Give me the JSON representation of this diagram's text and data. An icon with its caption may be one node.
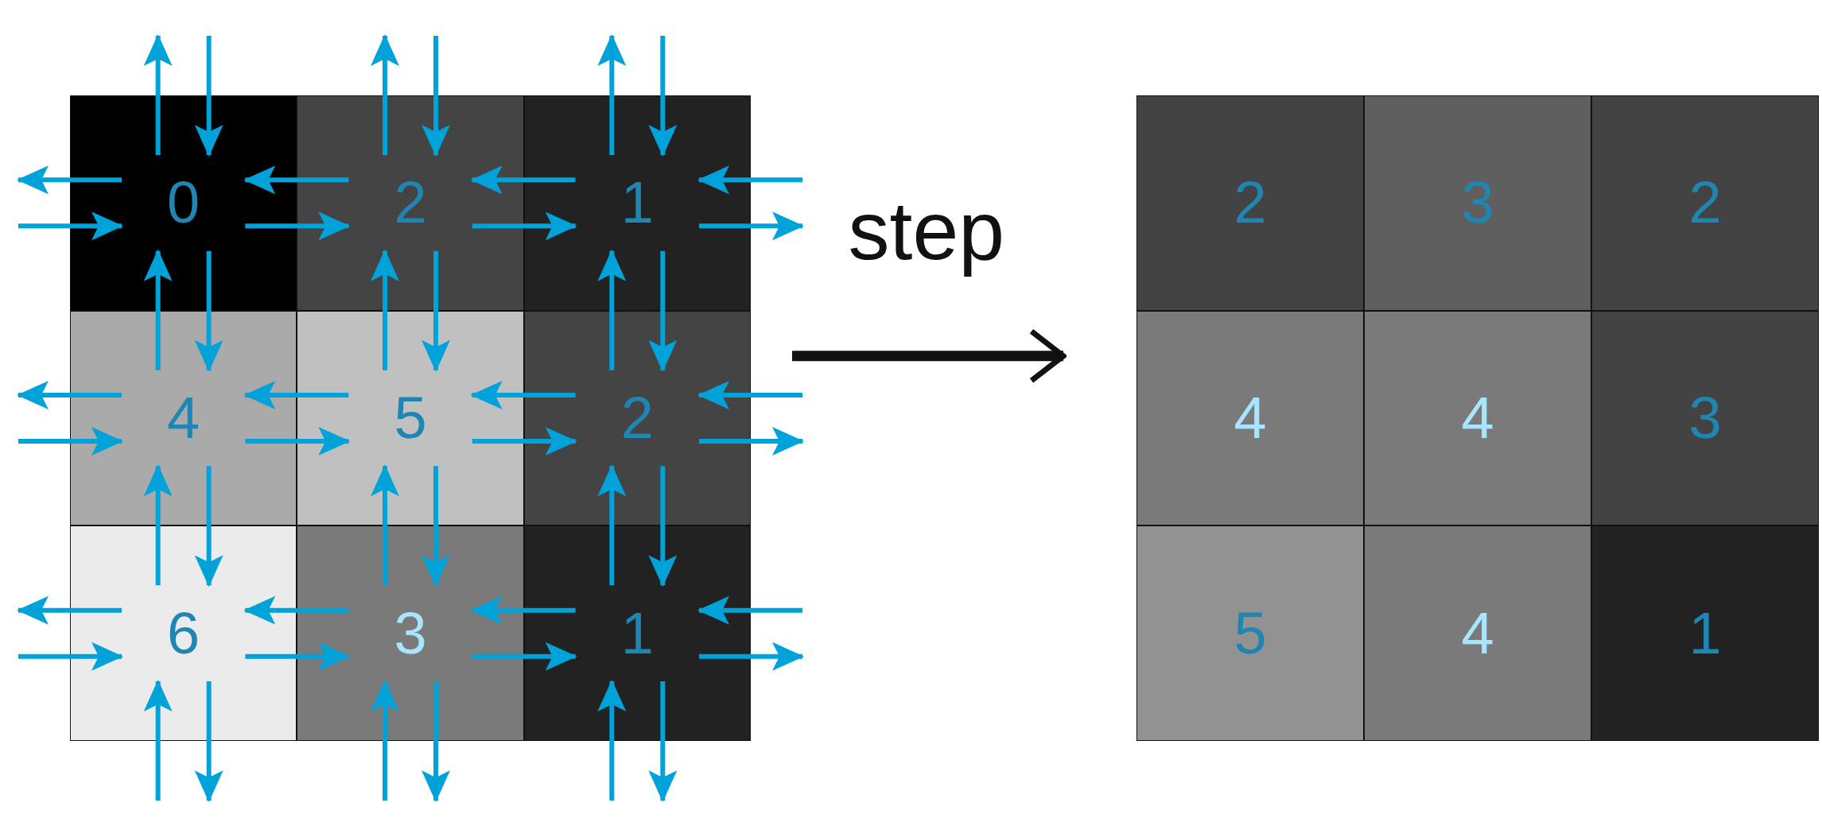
{
  "diagram": {
    "nodes": [
      {
        "text": [],
        "shape": "box"
      },
      {
        "text": [
          "0"
        ],
        "in": 0
      },
      {
        "text": [
          "2"
        ],
        "in": 0
      },
      {
        "text": [
          "1"
        ],
        "in": 0
      },
      {
        "text": [
          "4"
        ],
        "in": 0
      },
      {
        "text": [
          "5"
        ],
        "in": 0
      },
      {
        "text": [
          "2"
        ],
        "in": 0
      },
      {
        "text": [
          "6"
        ],
        "in": 0
      },
      {
        "text": [
          "3"
        ],
        "in": 0
      },
      {
        "text": [
          "1"
        ],
        "in": 0
      },
      {
        "text": [],
        "shape": "box"
      },
      {
        "text": [
          "2"
        ],
        "in": 10
      },
      {
        "text": [
          "3"
        ],
        "in": 10
      },
      {
        "text": [
          "2"
        ],
        "in": 10
      },
      {
        "text": [
          "4"
        ],
        "in": 10
      },
      {
        "text": [
          "4"
        ],
        "in": 10
      },
      {
        "text": [
          "3"
        ],
        "in": 10
      },
      {
        "text": [
          "5"
        ],
        "in": 10
      },
      {
        "text": [
          "4"
        ],
        "in": 10
      },
      {
        "text": [
          "1"
        ],
        "in": 10
      }
    ],
    "edges": [
      {
        "from": 1,
        "to": null,
        "arrow": "to"
      },
      {
        "from": null,
        "to": 1,
        "arrow": "to"
      },
      {
        "from": 2,
        "to": 1,
        "arrow": "to"
      },
      {
        "from": 1,
        "to": 2,
        "arrow": "to"
      },
      {
        "from": 3,
        "to": 2,
        "arrow": "to"
      },
      {
        "from": 2,
        "to": 3,
        "arrow": "to"
      },
      {
        "from": null,
        "to": 3,
        "arrow": "to"
      },
      {
        "from": 3,
        "to": null,
        "arrow": "to"
      },
      {
        "from": 4,
        "to": null,
        "arrow": "to"
      },
      {
        "from": null,
        "to": 4,
        "arrow": "to"
      },
      {
        "from": 5,
        "to": 4,
        "arrow": "to"
      },
      {
        "from": 4,
        "to": 5,
        "arrow": "to"
      },
      {
        "from": 6,
        "to": 5,
        "arrow": "to"
      },
      {
        "from": 5,
        "to": 6,
        "arrow": "to"
      },
      {
        "from": null,
        "to": 6,
        "arrow": "to"
      },
      {
        "from": 6,
        "to": null,
        "arrow": "to"
      },
      {
        "from": 7,
        "to": null,
        "arrow": "to"
      },
      {
        "from": null,
        "to": 7,
        "arrow": "to"
      },
      {
        "from": 8,
        "to": 7,
        "arrow": "to"
      },
      {
        "from": 7,
        "to": 8,
        "arrow": "to"
      },
      {
        "from": 9,
        "to": 8,
        "arrow": "to"
      },
      {
        "from": 8,
        "to": 9,
        "arrow": "to"
      },
      {
        "from": null,
        "to": 9,
        "arrow": "to"
      },
      {
        "from": 9,
        "to": null,
        "arrow": "to"
      },
      {
        "from": 1,
        "to": null,
        "arrow": "to"
      },
      {
        "from": null,
        "to": 1,
        "arrow": "to"
      },
      {
        "from": 4,
        "to": 1,
        "arrow": "to"
      },
      {
        "from": 1,
        "to": 4,
        "arrow": "to"
      },
      {
        "from": 7,
        "to": 4,
        "arrow": "to"
      },
      {
        "from": 4,
        "to": 7,
        "arrow": "to"
      },
      {
        "from": null,
        "to": 7,
        "arrow": "to"
      },
      {
        "from": 7,
        "to": null,
        "arrow": "to"
      },
      {
        "from": 2,
        "to": null,
        "arrow": "to"
      },
      {
        "from": null,
        "to": 2,
        "arrow": "to"
      },
      {
        "from": 5,
        "to": 2,
        "arrow": "to"
      },
      {
        "from": 2,
        "to": 5,
        "arrow": "to"
      },
      {
        "from": 8,
        "to": 5,
        "arrow": "to"
      },
      {
        "from": 5,
        "to": 8,
        "arrow": "to"
      },
      {
        "from": null,
        "to": 8,
        "arrow": "to"
      },
      {
        "from": 8,
        "to": null,
        "arrow": "to"
      },
      {
        "from": 3,
        "to": null,
        "arrow": "to"
      },
      {
        "from": null,
        "to": 3,
        "arrow": "to"
      },
      {
        "from": 6,
        "to": 3,
        "arrow": "to"
      },
      {
        "from": 3,
        "to": 6,
        "arrow": "to"
      },
      {
        "from": 9,
        "to": 6,
        "arrow": "to"
      },
      {
        "from": 6,
        "to": 9,
        "arrow": "to"
      },
      {
        "from": null,
        "to": 9,
        "arrow": "to"
      },
      {
        "from": 9,
        "to": null,
        "arrow": "to"
      },
      {
        "from": 0,
        "to": 10,
        "arrow": "to",
        "label": "step",
        "style": "thick",
        "color": "#111111"
      }
    ]
  }
}
